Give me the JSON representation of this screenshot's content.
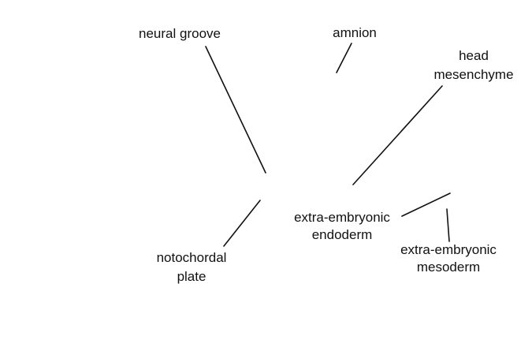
{
  "labels": {
    "neural_groove": "neural groove",
    "amnion": "amnion",
    "head_mesenchyme_line1": "head",
    "head_mesenchyme_line2": "mesenchyme",
    "extra_embryonic_endoderm_line1": "extra-embryonic",
    "extra_embryonic_endoderm_line2": "endoderm",
    "extra_embryonic_mesoderm_line1": "extra-embryonic",
    "extra_embryonic_mesoderm_line2": "mesoderm",
    "notochordal_plate_line1": "notochordal",
    "notochordal_plate_line2": "plate"
  },
  "colors": {
    "line": "#111111",
    "text": "#111111",
    "background": "#ffffff"
  }
}
